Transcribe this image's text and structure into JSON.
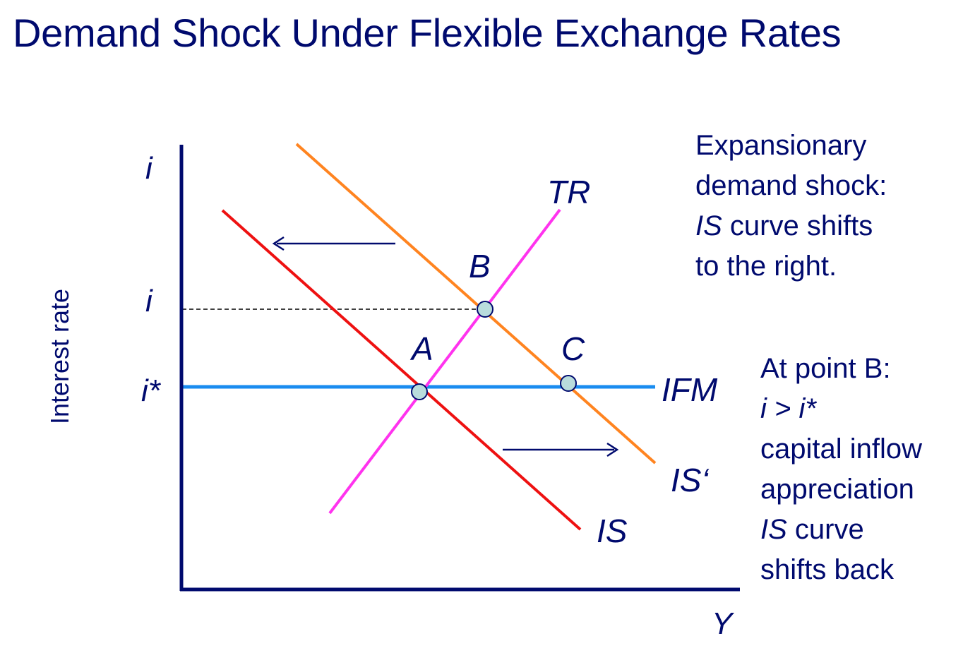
{
  "title": "Demand Shock Under Flexible Exchange Rates",
  "colors": {
    "text": "#000a6e",
    "axis": "#000a6e",
    "is": "#ee1111",
    "is_shifted": "#ff8420",
    "tr": "#ff33ee",
    "ifm": "#1a8cf0",
    "point_fill": "#b9dcdc"
  },
  "axes": {
    "y_label": "Interest rate",
    "y_top_label": "i",
    "x_label": "Y",
    "y_ticks": {
      "i": "i",
      "i_star": "i*"
    }
  },
  "curves": {
    "tr": "TR",
    "ifm": "IFM",
    "is": "IS",
    "is_shifted": "IS‘"
  },
  "points": {
    "a": "A",
    "b": "B",
    "c": "C"
  },
  "note_1": {
    "line1": "Expansionary",
    "line2": "demand shock:",
    "line3_it": "IS",
    "line3_rest": " curve shifts",
    "line4": "to the right."
  },
  "note_2": {
    "line1": "At point B:",
    "line2": "i > i*",
    "line3": "capital inflow",
    "line4": "appreciation",
    "line5_it": "IS",
    "line5_rest": " curve",
    "line6": "shifts back"
  }
}
